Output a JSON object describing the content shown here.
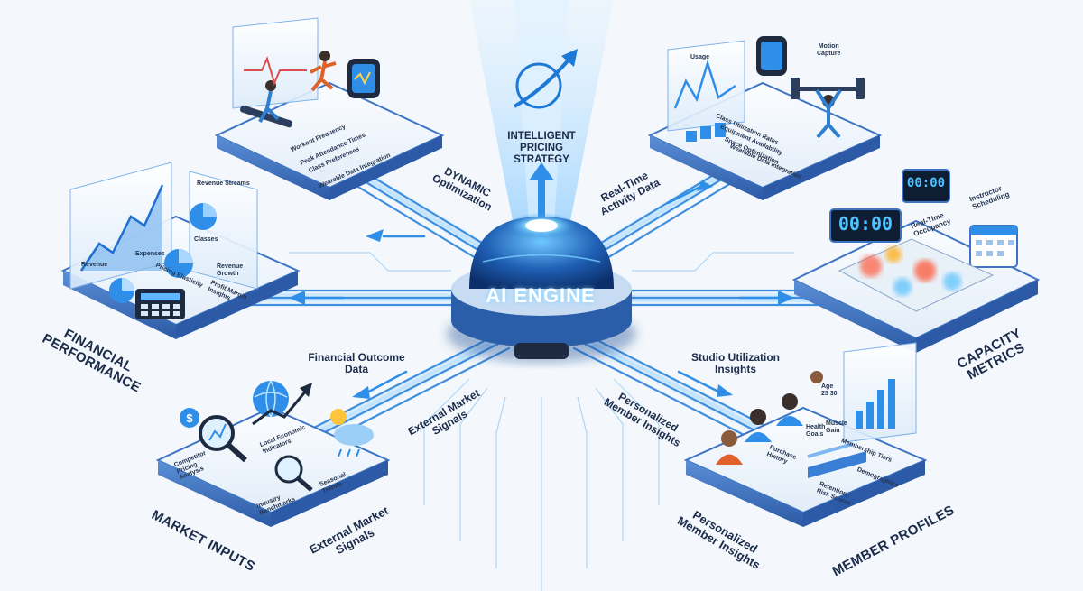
{
  "center": {
    "engine_label": "AI ENGINE",
    "strategy_label": "INTELLIGENT\nPRICING\nSTRATEGY",
    "dollar_icon": "dollar-growth-icon"
  },
  "flows": {
    "dynamic_optimization": "DYNAMIC\nOptimization",
    "realtime_activity": "Real-Time\nActivity Data",
    "financial_outcome": "Financial Outcome\nData",
    "studio_utilization": "Studio Utilization\nInsights",
    "external_market_center": "External Market\nSignals",
    "personalized_center": "Personalized\nMember Insights"
  },
  "modules": {
    "member_activity": {
      "items": [
        "Workout Frequency",
        "Peak Attendance Times",
        "Class Preferences",
        "Wearable Data Integration"
      ],
      "icons": [
        "treadmill-runner-icon",
        "runner-icon",
        "smartwatch-icon",
        "heartbeat-icon"
      ]
    },
    "studio_activity": {
      "items": [
        "Class Utilization Rates",
        "Equipment Availability",
        "Space Optimization",
        "Wearable Data Integration"
      ],
      "chart_label": "Usage",
      "motion_label": "Motion\nCapture",
      "icons": [
        "weightlifter-icon",
        "smartwatch-icon",
        "line-chart-icon"
      ]
    },
    "financial": {
      "title": "FINANCIAL\nPERFORMANCE",
      "revenue_streams": "Revenue Streams",
      "revenue": "Revenue",
      "classes": "Classes",
      "revenue_growth": "Revenue\nGrowth",
      "profit_margin": "Profit Margin\nInsights",
      "pricing_elasticity": "Pricing Elasticity",
      "expenses": "Expenses",
      "icons": [
        "calculator-icon",
        "pie-chart-icon",
        "area-chart-icon"
      ]
    },
    "capacity": {
      "title": "CAPACITY\nMETRICS",
      "occupancy": "Real-Time\nOccupancy",
      "scheduling": "Instructor\nScheduling",
      "clock_small": "00:00",
      "clock_big": "00:00",
      "icons": [
        "digital-clock-icon",
        "calendar-icon",
        "heatmap-floorplan-icon"
      ]
    },
    "market": {
      "title": "MARKET INPUTS",
      "competitor": "Competitor\nPricing\nAnalysis",
      "local_economic": "Local Economic\nIndicators",
      "seasonal": "Seasonal\nTrends",
      "industry": "Industry\nBenchmarks",
      "icons": [
        "magnifier-icon",
        "globe-trend-icon",
        "weather-icon",
        "dollar-icon"
      ]
    },
    "members": {
      "title": "MEMBER PROFILES",
      "age": "Age\n25 30",
      "health_goals": "Health\nGoals",
      "muscle_gain": "Muscle\nGain",
      "purchase_history": "Purchase\nHistory",
      "membership_tiers": "Membership Tiers",
      "retention": "Retention\nRisk Scores",
      "demographics": "Demographics",
      "icons": [
        "avatar-icon",
        "bar-chart-icon"
      ]
    }
  },
  "outer_labels": {
    "external_market": "External Market\nSignals",
    "personalized": "Personalized\nMember Insights"
  },
  "colors": {
    "accent": "#2f8fe8",
    "glow": "#66ccff",
    "platform_top": "#f2f6fb",
    "platform_edge": "#3d74c4",
    "text_dark": "#1b2b4a"
  }
}
